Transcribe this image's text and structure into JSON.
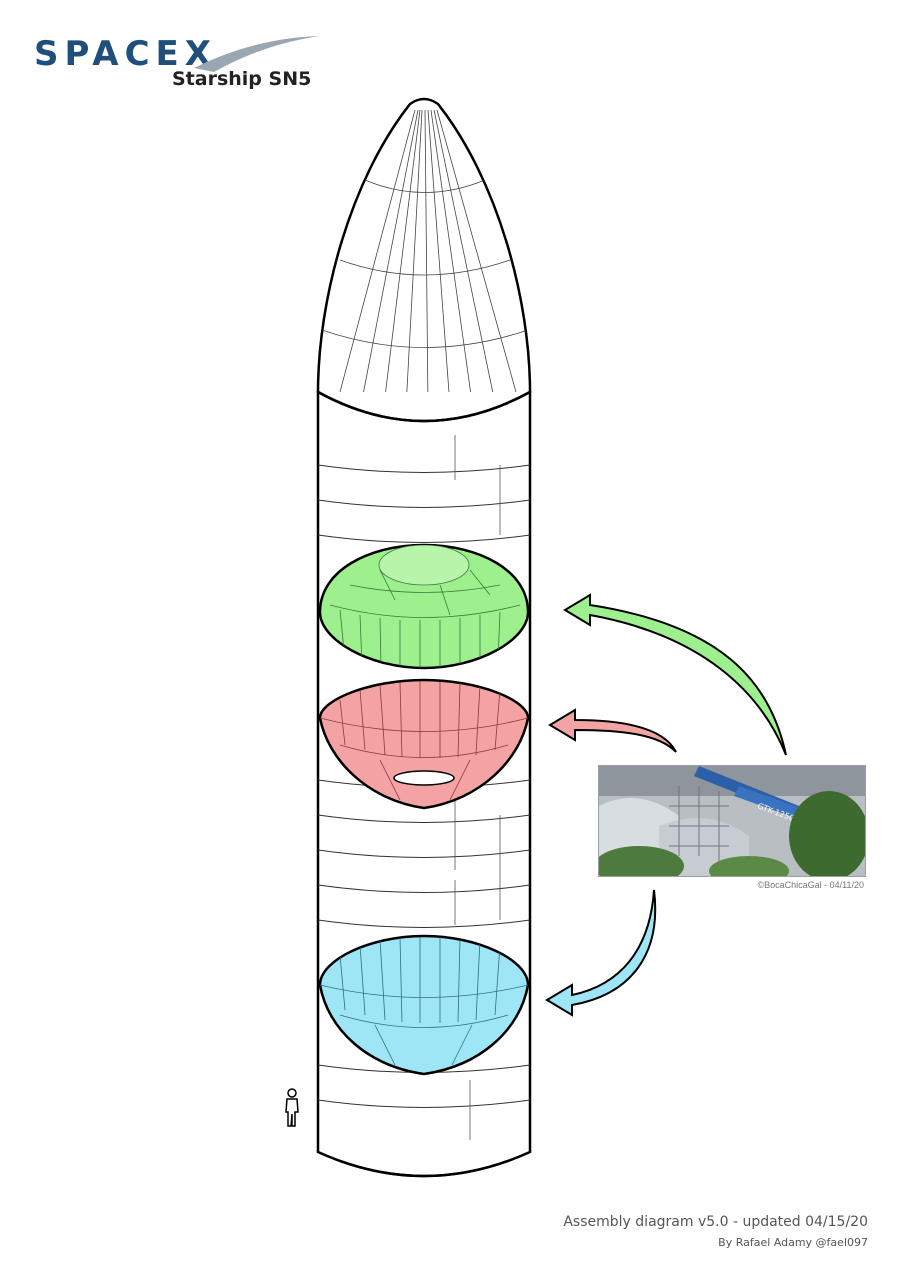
{
  "header": {
    "logo_text": "SPACEX",
    "subtitle": "Starship SN5"
  },
  "photo": {
    "credit": "©BocaChicaGal - 04/11/20",
    "crane_label": "GTK-1250"
  },
  "footer": {
    "line1": "Assembly diagram v5.0 - updated 04/15/20",
    "line2": "By Rafael Adamy @fael097"
  },
  "colors": {
    "forward_dome": "#9ef08e",
    "common_dome": "#f3a3a3",
    "aft_dome": "#9ee6f5",
    "outline": "#000000",
    "logo": "#1f4f7a"
  }
}
